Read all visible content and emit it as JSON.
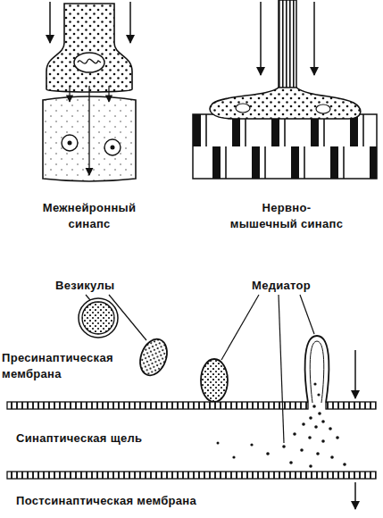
{
  "diagram": {
    "labels": [
      "Межнейронный синапс",
      "Нервно-мышечный синапс",
      "Везикулы",
      "Медиатор",
      "Пресинаптическая мембрана",
      "Синаптическая щель",
      "Постсинаптическая мембрана"
    ]
  }
}
